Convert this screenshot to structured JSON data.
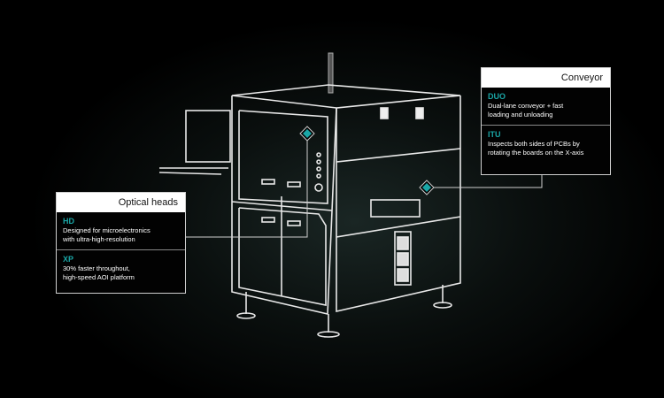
{
  "accent_color": "#1aa6a6",
  "optical_heads": {
    "title": "Optical heads",
    "items": [
      {
        "name": "HD",
        "desc_1": "Designed for microelectronics",
        "desc_2": "with ultra-high-resolution"
      },
      {
        "name": "XP",
        "desc_1": "30% faster throughout,",
        "desc_2": "high-speed AOI platform"
      }
    ]
  },
  "conveyor": {
    "title": "Conveyor",
    "items": [
      {
        "name": "DUO",
        "desc_1": "Dual-lane conveyor + fast",
        "desc_2": "loading and unloading"
      },
      {
        "name": "ITU",
        "desc_1": "Inspects both sides of PCBs by",
        "desc_2": "rotating the boards on the X-axis"
      }
    ]
  }
}
